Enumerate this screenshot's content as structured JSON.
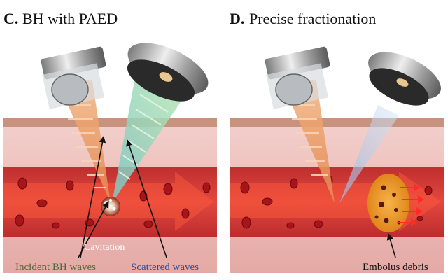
{
  "panels": [
    {
      "letter": "C.",
      "title": "BH with PAED",
      "labels": {
        "cavitation": "Cavitation",
        "incident": "Incident BH waves",
        "scattered": "Scattered waves"
      }
    },
    {
      "letter": "D.",
      "title": "Precise fractionation",
      "labels": {
        "debris": "Embolus debris"
      }
    }
  ],
  "colors": {
    "tissue": "#e9b8b4",
    "skin": "#c7927e",
    "vessel": "#d92a2a",
    "incident_beam": "#e7a06c",
    "scattered_beam": "#9fd3a0",
    "embolus": "#f0a02a",
    "incident_text": "#4d6b3a",
    "scattered_text": "#2f4f9b",
    "cavitation_text": "#ffffff"
  }
}
